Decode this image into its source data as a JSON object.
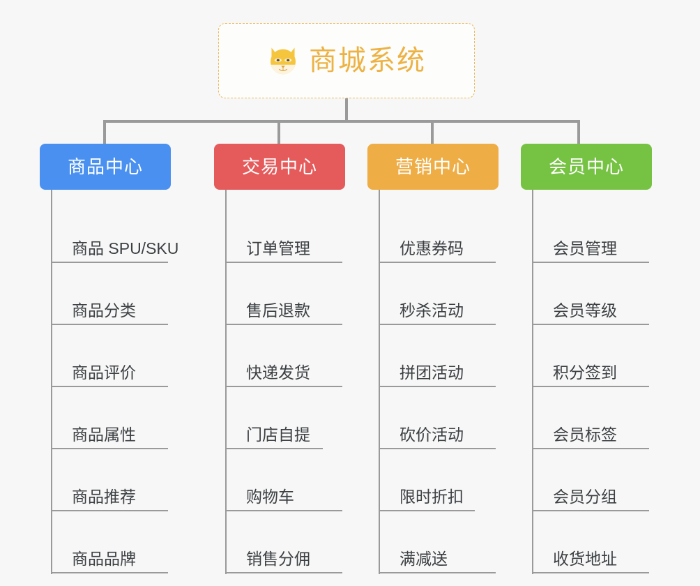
{
  "root": {
    "title": "商城系统",
    "icon": "dog-face-icon",
    "border_color": "#e8b95a",
    "text_color": "#edb244"
  },
  "connector_color": "#9a9a9a",
  "background_color": "#f7f7f7",
  "columns": [
    {
      "title": "商品中心",
      "color": "#4a90f0",
      "items": [
        "商品 SPU/SKU",
        "商品分类",
        "商品评价",
        "商品属性",
        "商品推荐",
        "商品品牌"
      ]
    },
    {
      "title": "交易中心",
      "color": "#e55a5a",
      "items": [
        "订单管理",
        "售后退款",
        "快递发货",
        "门店自提",
        "购物车",
        "销售分佣"
      ]
    },
    {
      "title": "营销中心",
      "color": "#eead45",
      "items": [
        "优惠券码",
        "秒杀活动",
        "拼团活动",
        "砍价活动",
        "限时折扣",
        "满减送"
      ]
    },
    {
      "title": "会员中心",
      "color": "#76c344",
      "items": [
        "会员管理",
        "会员等级",
        "积分签到",
        "会员标签",
        "会员分组",
        "收货地址"
      ]
    }
  ]
}
